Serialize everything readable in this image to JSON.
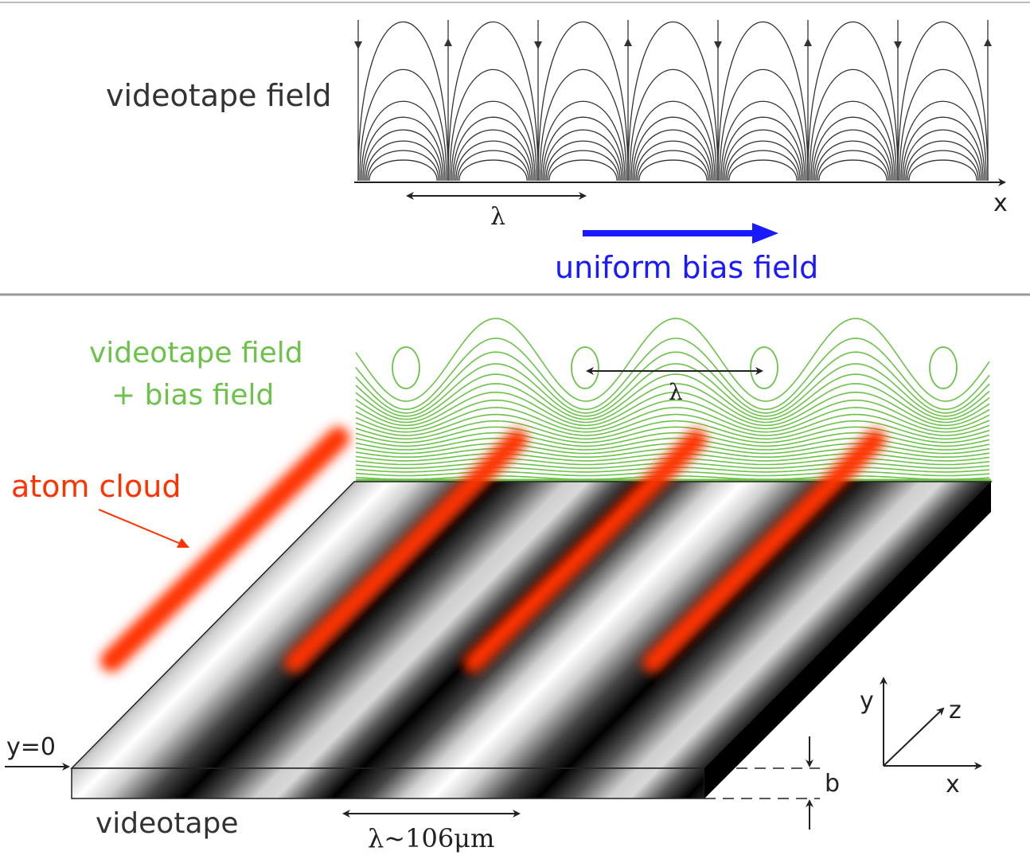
{
  "top_panel": {
    "label": "videotape field",
    "lambda_label": "λ",
    "x_axis_label": "x",
    "bias_label": "uniform bias field"
  },
  "bottom_panel": {
    "combined_label_line1": "videotape field",
    "combined_label_line2": "+ bias field",
    "lambda_label": "λ",
    "atom_cloud_label": "atom cloud",
    "y0_label": "y=0",
    "videotape_label": "videotape",
    "period_label": "λ~106μm",
    "thickness_label": "b",
    "axis_y": "y",
    "axis_z": "z",
    "axis_x": "x"
  },
  "colors": {
    "line": "#333333",
    "bias_arrow": "#1a1aff",
    "green": "#6cc24a",
    "atom": "#ff3300",
    "divider": "#999999"
  }
}
